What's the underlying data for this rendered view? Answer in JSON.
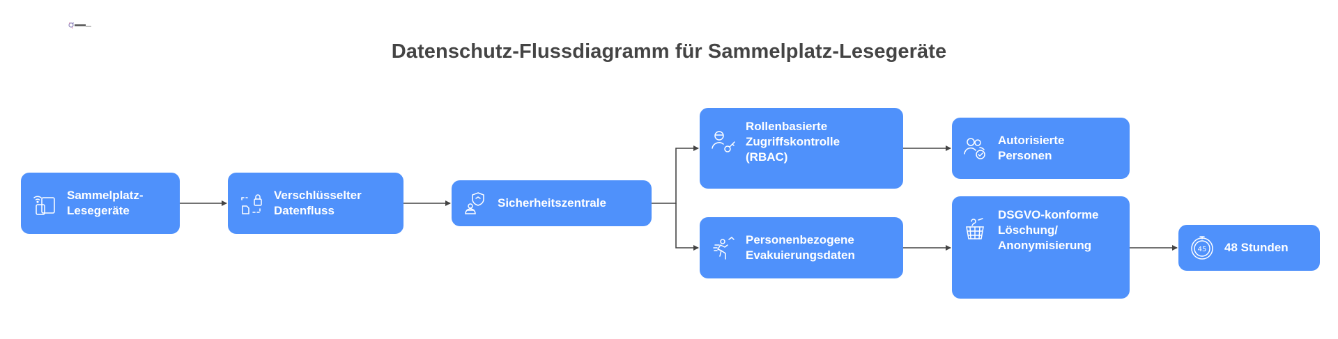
{
  "title": "Datenschutz-Flussdiagramm für Sammelplatz-Lesegeräte",
  "colors": {
    "node": "#4F91FB",
    "edge": "#444444",
    "title": "#444444"
  },
  "nodes": {
    "reader": {
      "label": "Sammelplatz-\nLesegeräte",
      "icon": "wireless-device-icon"
    },
    "encrypt": {
      "label": "Verschlüsselter\nDatenfluss",
      "icon": "lock-transfer-icon"
    },
    "security": {
      "label": "Sicherheitszentrale",
      "icon": "security-guard-icon"
    },
    "rbac": {
      "label": "Rollenbasierte\nZugriffskontrolle\n(RBAC)",
      "icon": "user-key-icon"
    },
    "personal": {
      "label": "Personenbezogene\nEvakuierungsdaten",
      "icon": "evacuation-icon"
    },
    "authorized": {
      "label": "Autorisierte\nPersonen",
      "icon": "users-check-icon"
    },
    "gdpr": {
      "label": "DSGVO-konforme\nLöschung/\nAnonymisierung",
      "icon": "trash-basket-icon"
    },
    "hours": {
      "label": "48 Stunden",
      "icon": "timer-icon"
    }
  }
}
